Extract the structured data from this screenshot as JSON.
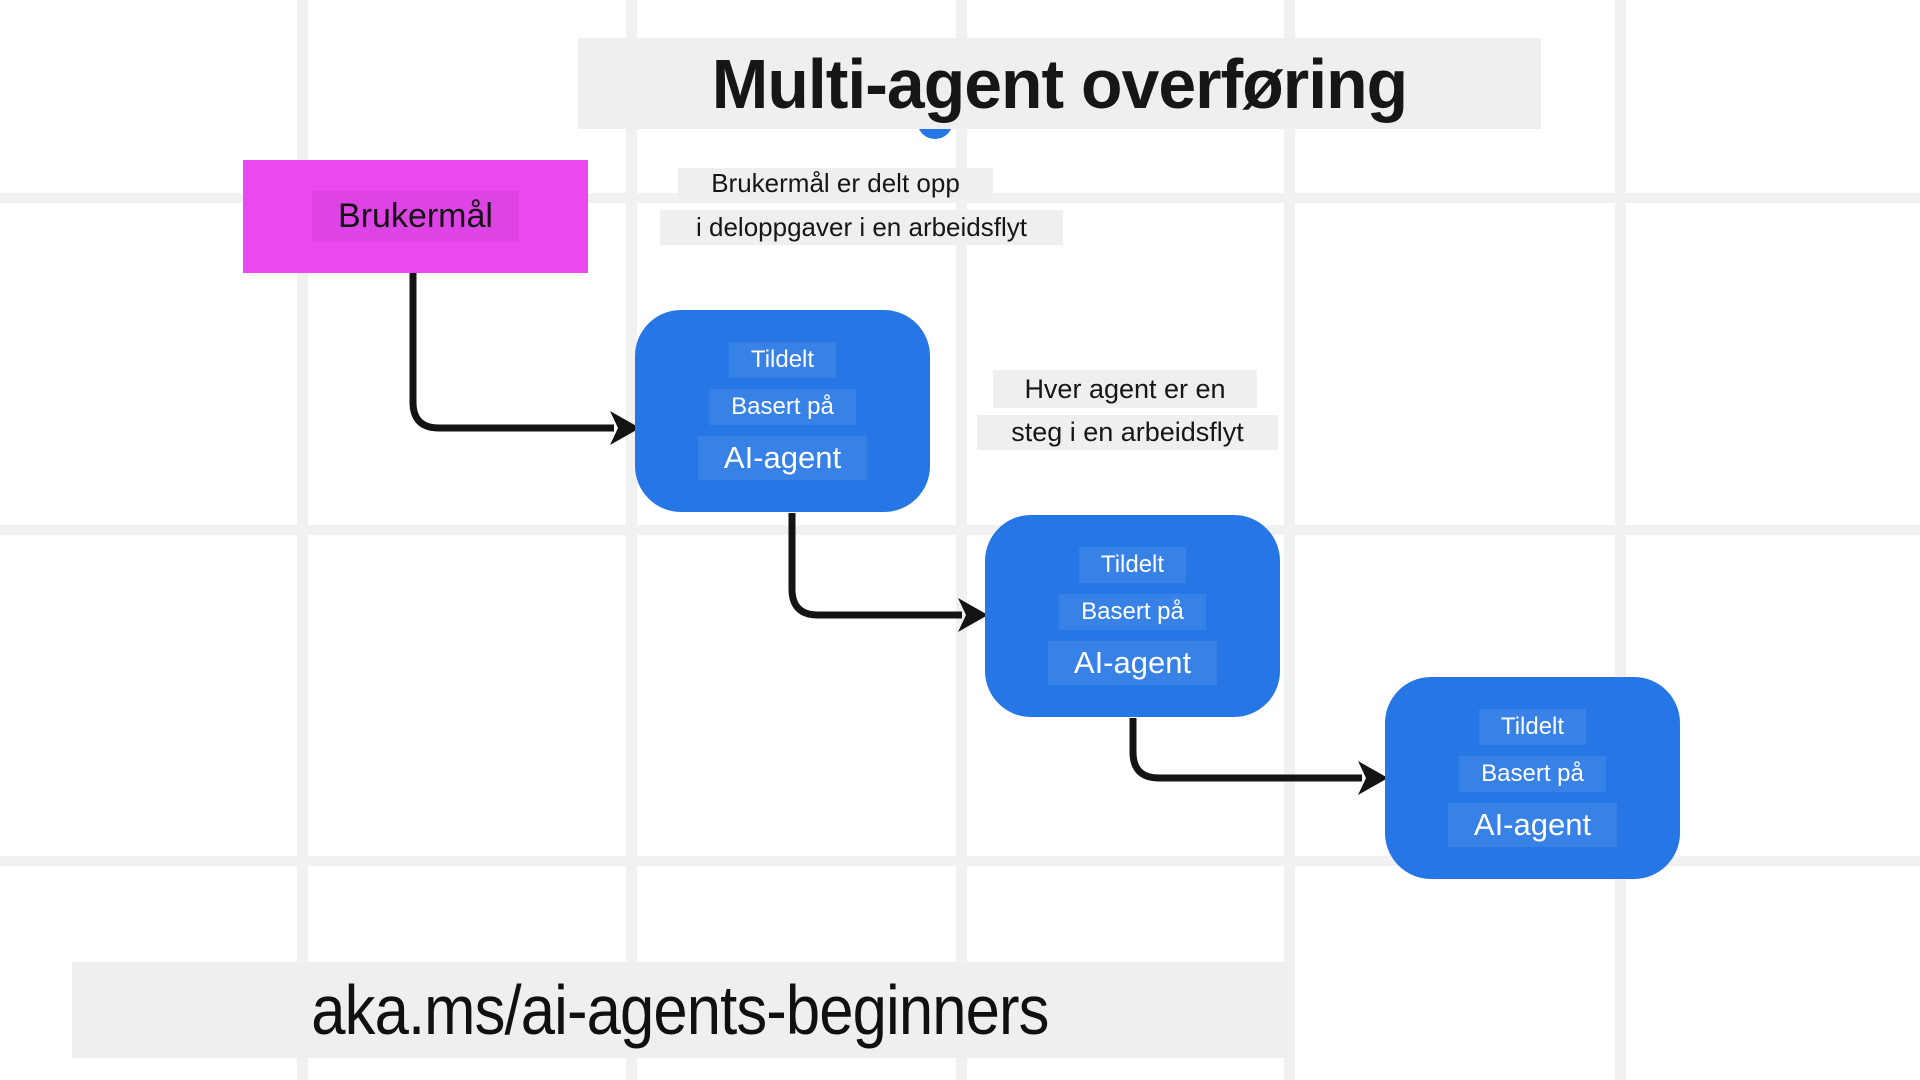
{
  "title": "Multi-agent overføring",
  "goal_box": {
    "label": "Brukermål"
  },
  "caption_split": {
    "line1": "Brukermål er delt opp",
    "line2": "i deloppgaver i en arbeidsflyt"
  },
  "caption_step": {
    "line1": "Hver agent er en",
    "line2": "steg i en arbeidsflyt"
  },
  "agents": [
    {
      "assigned": "Tildelt",
      "based_on": "Basert på",
      "name": "AI-agent"
    },
    {
      "assigned": "Tildelt",
      "based_on": "Basert på",
      "name": "AI-agent"
    },
    {
      "assigned": "Tildelt",
      "based_on": "Basert på",
      "name": "AI-agent"
    }
  ],
  "footer": {
    "url": "aka.ms/ai-agents-beginners"
  },
  "colors": {
    "goal_pink": "#ea49f0",
    "agent_blue": "#2677e5",
    "band_gray": "#efefef",
    "grid_gray": "#f1f1f1",
    "arrow_black": "#141414"
  }
}
